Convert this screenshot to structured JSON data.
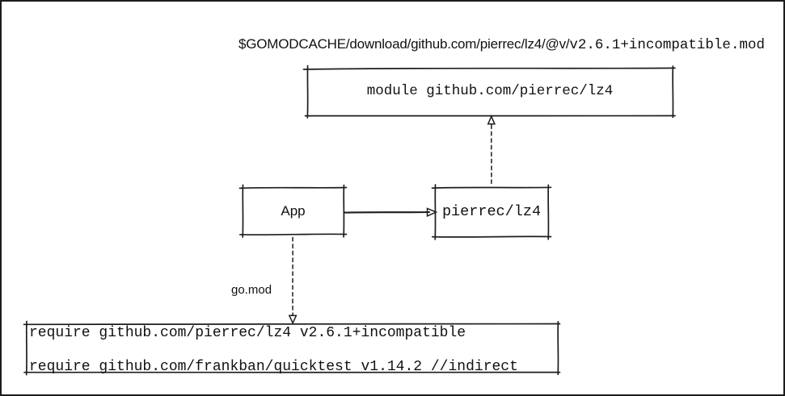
{
  "title": {
    "prefix": "$GOMODCACHE/download/github.com/pierrec/lz4/@v/",
    "file": "v2.6.1+incompatible.mod"
  },
  "module_box": {
    "label": "module github.com/pierrec/lz4"
  },
  "app_box": {
    "label": "App"
  },
  "lz4_box": {
    "label": "pierrec/lz4"
  },
  "gomod_arrow": {
    "label": "go.mod"
  },
  "requirements_box": {
    "lines": [
      "require github.com/pierrec/lz4 v2.6.1+incompatible",
      "require github.com/frankban/quicktest v1.14.2 //indirect"
    ]
  },
  "colors": {
    "stroke": "#1d1d1d",
    "text": "#111111",
    "background": "#ffffff"
  }
}
